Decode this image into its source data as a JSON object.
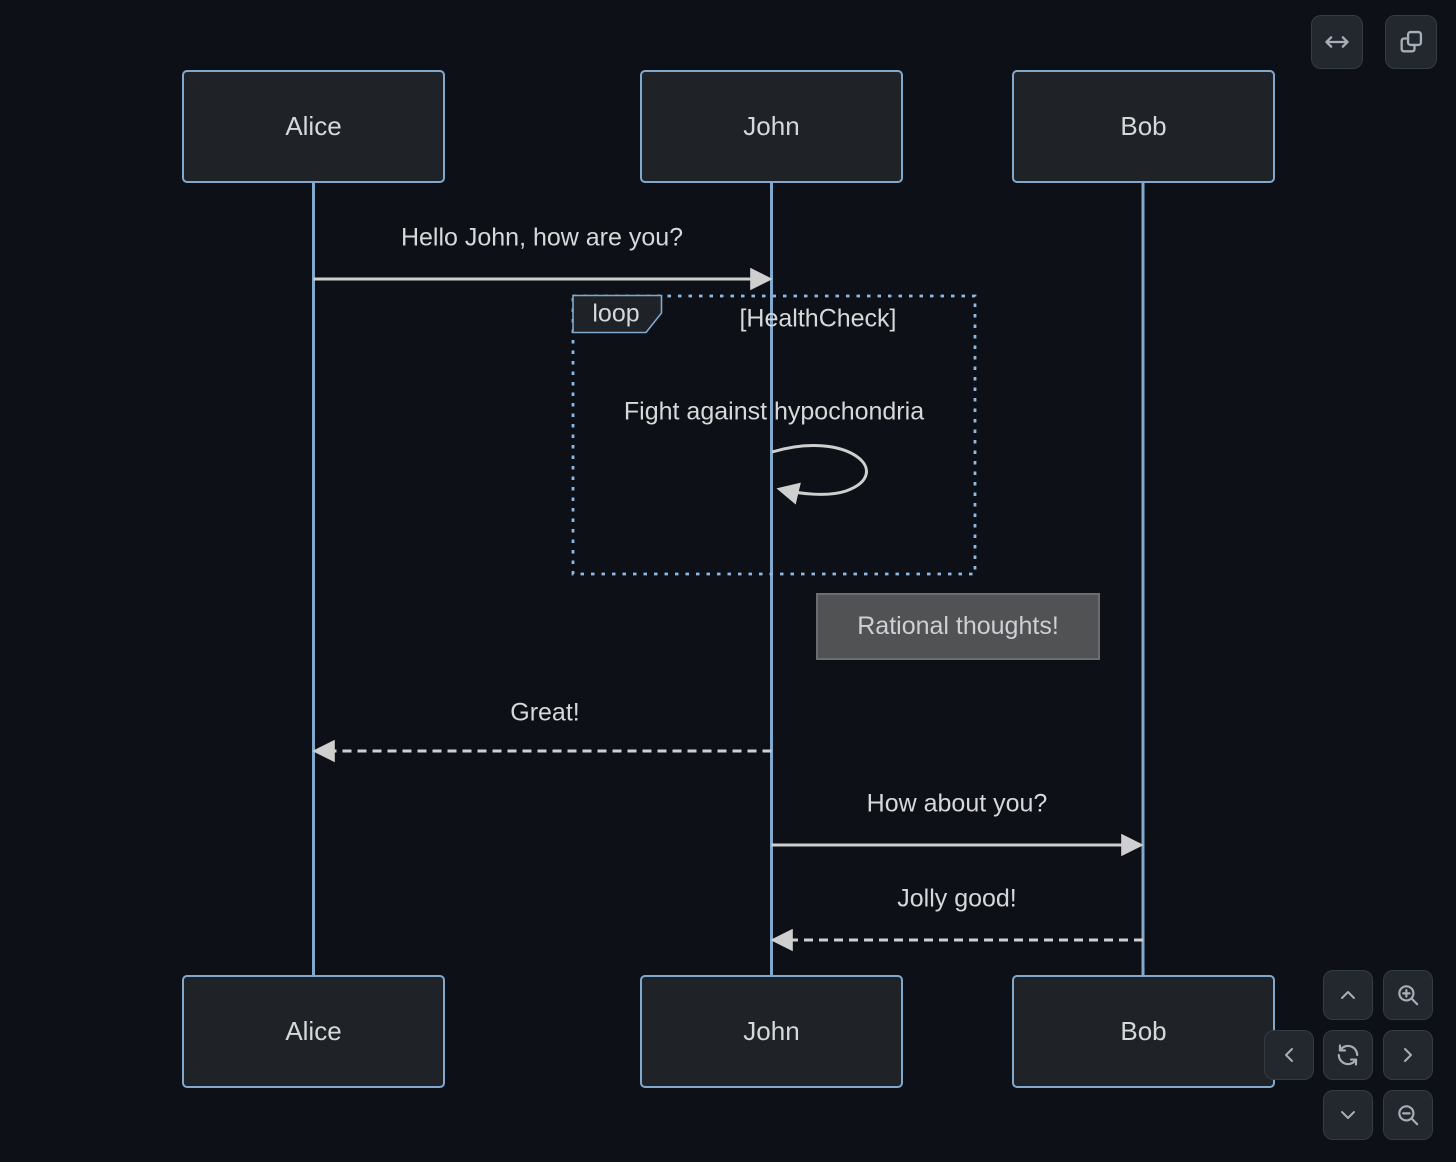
{
  "colors": {
    "background": "#0d1117",
    "actor_border": "#81a9ce",
    "actor_fill": "#1f2227",
    "lifeline": "#81a9ce",
    "loop_border": "#8fb9e3",
    "arrow": "#cfcfcf",
    "text": "#d6d8da",
    "note_fill": "#505254",
    "note_border": "#6b6d70",
    "button_bg": "#23272e",
    "icon": "#a6aeb8"
  },
  "diagram": {
    "actors": [
      "Alice",
      "John",
      "Bob"
    ],
    "messages": [
      {
        "label": "Hello John, how are you?",
        "from": "Alice",
        "to": "John",
        "line": "solid"
      },
      {
        "label": "Great!",
        "from": "John",
        "to": "Alice",
        "line": "dashed"
      },
      {
        "label": "How about you?",
        "from": "John",
        "to": "Bob",
        "line": "solid"
      },
      {
        "label": "Jolly good!",
        "from": "Bob",
        "to": "John",
        "line": "dashed"
      }
    ],
    "loop": {
      "label": "loop",
      "condition": "[HealthCheck]",
      "self_message": "Fight against hypochondria"
    },
    "note": {
      "label": "Rational thoughts!",
      "position": "right of John"
    }
  },
  "toolbar": {
    "expand_icon": "arrows-left-right",
    "copy_icon": "copy"
  },
  "pan_controls": {
    "up": "chevron-up",
    "down": "chevron-down",
    "left": "chevron-left",
    "right": "chevron-right",
    "reset": "refresh",
    "zoom_in": "magnifier-plus",
    "zoom_out": "magnifier-minus"
  }
}
